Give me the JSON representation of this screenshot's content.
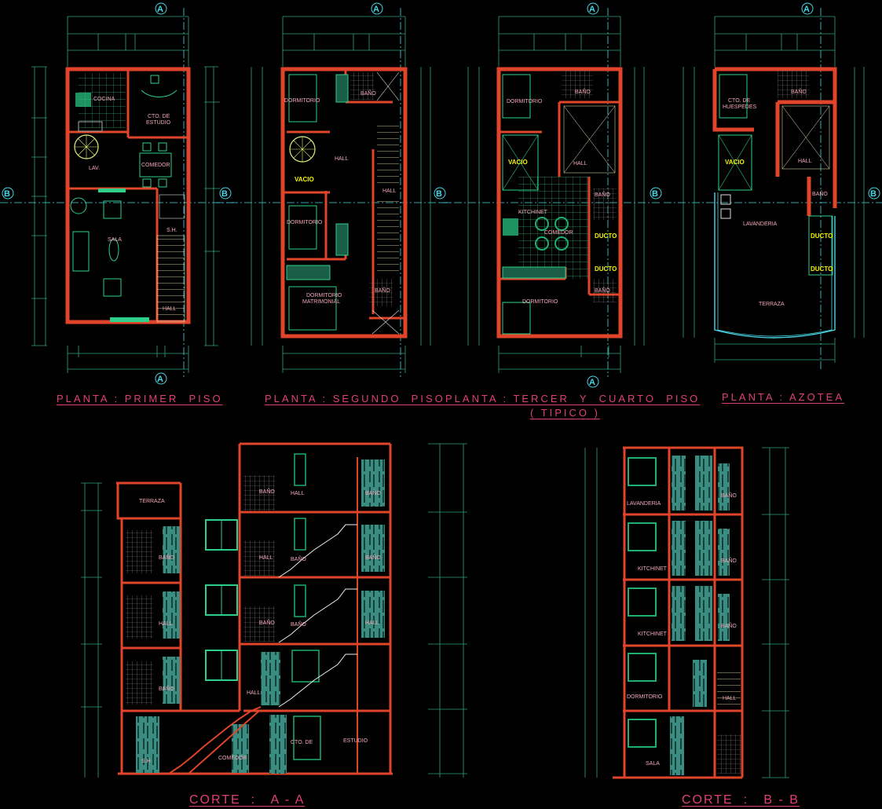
{
  "plans": [
    {
      "id": "primer",
      "title": "PLANTA : PRIMER  PISO",
      "rooms": [
        "COCINA",
        "CTO. DE",
        "ESTUDIO",
        "LAV.",
        "COMEDOR",
        "SALA",
        "S.H.",
        "HALL"
      ]
    },
    {
      "id": "segundo",
      "title": "PLANTA : SEGUNDO  PISO",
      "rooms": [
        "DORMITORIO",
        "BAÑO",
        "HALL",
        "VACIO",
        "HALL",
        "DORMITORIO",
        "DORMITORIO",
        "MATRIMONIAL",
        "BAÑO"
      ]
    },
    {
      "id": "tercer",
      "title": "PLANTA : TERCER  Y  CUARTO  PISO",
      "subtitle": "( TIPICO )",
      "rooms": [
        "DORMITORIO",
        "BAÑO",
        "VACIO",
        "HALL",
        "BAÑO",
        "KITCHINET",
        "COMEDOR",
        "DUCTO",
        "DUCTO",
        "BAÑO",
        "DORMITORIO"
      ]
    },
    {
      "id": "azotea",
      "title": "PLANTA : AZOTEA",
      "rooms": [
        "CTO. DE",
        "HUESPEDES",
        "BAÑO",
        "VACIO",
        "HALL",
        "BAÑO",
        "LAVANDERIA",
        "DUCTO",
        "DUCTO",
        "TERRAZA"
      ]
    }
  ],
  "sections": [
    {
      "id": "aa",
      "title": "CORTE  :   A - A",
      "rooms": [
        "TERRAZA",
        "BAÑO",
        "HALL",
        "BAÑO",
        "BAÑO",
        "HALL",
        "BAÑO",
        "BAÑO",
        "HALL",
        "BAÑO",
        "BAÑO",
        "HALL",
        "BAÑO",
        "HALL",
        "S.H",
        "COMEDOR",
        "CTO. DE",
        "ESTUDIO"
      ]
    },
    {
      "id": "bb",
      "title": "CORTE  :   B - B",
      "rooms": [
        "LAVANDERIA",
        "BAÑO",
        "KITCHINET",
        "BAÑO",
        "KITCHINET",
        "BAÑO",
        "DORMITORIO",
        "HALL",
        "SALA"
      ]
    }
  ],
  "axis_markers": {
    "a": "A",
    "b": "B"
  },
  "colors": {
    "background": "#000000",
    "wall": "#e0442a",
    "dimension": "#2fa37a",
    "furniture": "#2ecf8a",
    "title": "#e0407a",
    "label": "#f4a6b8",
    "annotation": "#f4f400",
    "axis": "#4ad6e6"
  }
}
